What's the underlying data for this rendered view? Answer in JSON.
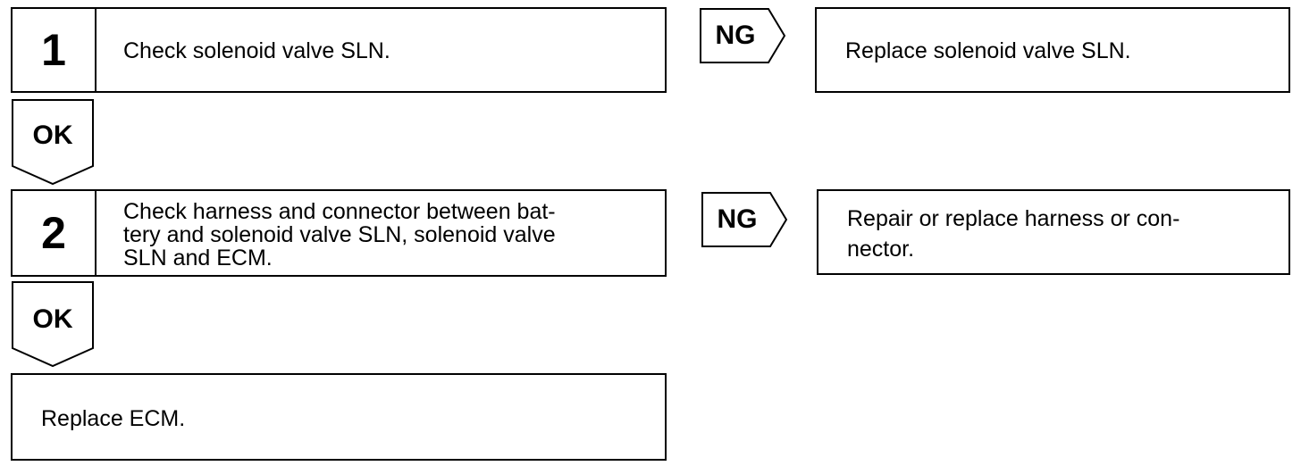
{
  "steps": [
    {
      "number": "1",
      "text": "Check solenoid valve SLN.",
      "ng_label": "NG",
      "ng_action": "Replace solenoid valve SLN.",
      "ok_label": "OK"
    },
    {
      "number": "2",
      "text": "Check harness and connector between bat-tery and solenoid valve SLN, solenoid valve SLN and ECM.",
      "text_lines": [
        "Check harness and connector between bat-",
        "tery and solenoid valve SLN, solenoid valve",
        "SLN and ECM."
      ],
      "ng_label": "NG",
      "ng_action_lines": [
        "Repair or replace harness or con-",
        "nector."
      ],
      "ok_label": "OK"
    }
  ],
  "final_action": "Replace ECM."
}
